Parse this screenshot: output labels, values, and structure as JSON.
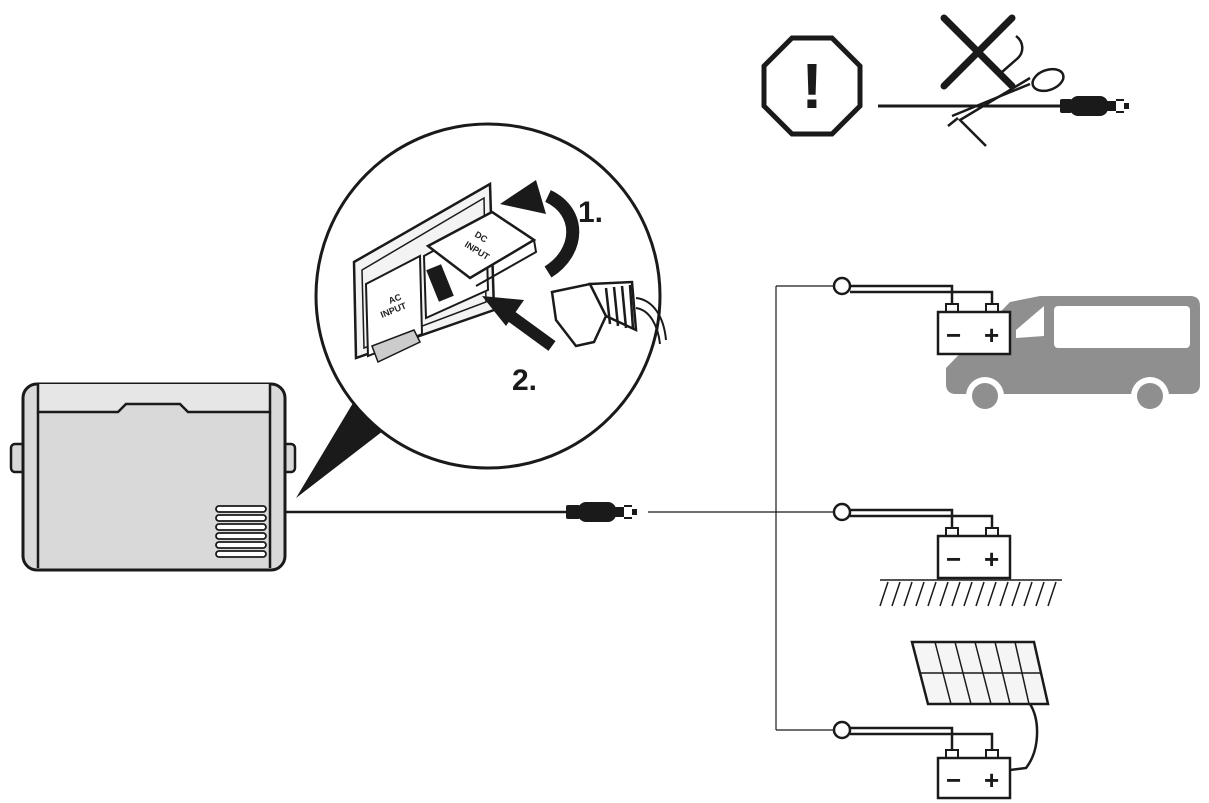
{
  "diagram": {
    "step_1_label": "1.",
    "step_2_label": "2.",
    "ac_label_line1": "AC",
    "ac_label_line2": "INPUT",
    "dc_label_line1": "DC",
    "dc_label_line2": "INPUT",
    "battery_minus": "−",
    "battery_plus": "+",
    "warning_symbol": "!",
    "icons": [
      "warning-octagon-icon",
      "do-not-cut-cable-icon",
      "scissors-icon",
      "car-plug-icon",
      "cooler-box-icon",
      "port-zoom-icon",
      "rotate-arrow-icon",
      "insert-arrow-icon",
      "van-icon",
      "battery-icon",
      "ground-hatch-icon",
      "solar-panel-icon"
    ],
    "colors": {
      "ink": "#1a1a1a",
      "cooler_fill": "#d9d9d9",
      "van_fill": "#8f8f8f",
      "panel_fill": "#f5f5f5"
    }
  }
}
